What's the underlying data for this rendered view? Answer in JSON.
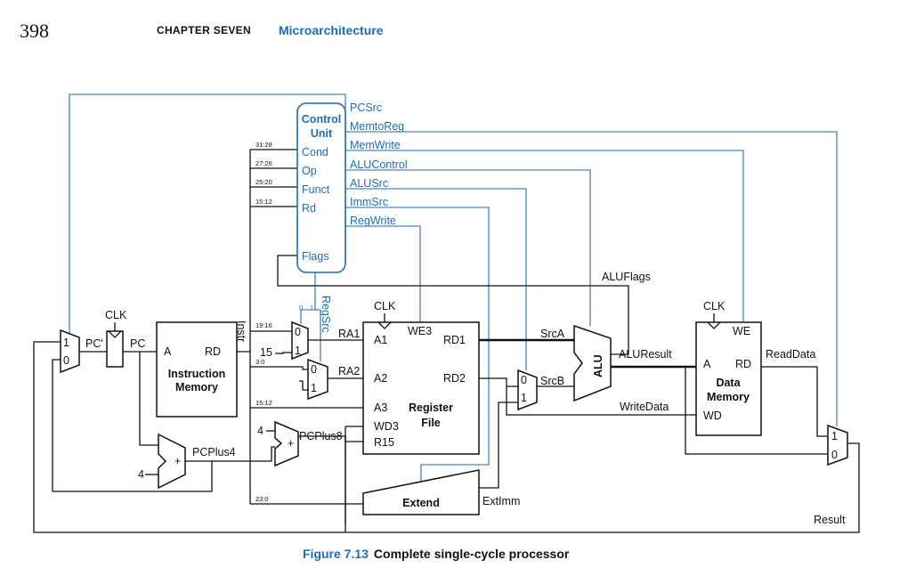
{
  "header": {
    "page_number": "398",
    "chapter": "CHAPTER SEVEN",
    "title": "Microarchitecture"
  },
  "caption": {
    "number": "Figure 7.13",
    "text": "Complete single-cycle processor"
  },
  "control_unit": {
    "title_line1": "Control",
    "title_line2": "Unit",
    "inputs": {
      "cond": "Cond",
      "op": "Op",
      "funct": "Funct",
      "rd": "Rd",
      "flags": "Flags"
    },
    "outputs": {
      "pcsrc": "PCSrc",
      "memtoreg": "MemtoReg",
      "memwrite": "MemWrite",
      "alucontrol": "ALUControl",
      "alusrc": "ALUSrc",
      "immsrc": "ImmSrc",
      "regwrite": "RegWrite"
    }
  },
  "instr_bits": {
    "b31_28": "31:28",
    "b27_26": "27:26",
    "b25_20": "25:20",
    "b15_12": "15:12",
    "b19_16": "19:16",
    "b3_0": "3:0",
    "b15_12b": "15:12",
    "b23_0": "23:0"
  },
  "signals": {
    "clk": "CLK",
    "pc_next": "PC'",
    "pc": "PC",
    "instr": "Instr",
    "pcplus4": "PCPlus4",
    "pcplus8": "PCPlus8",
    "ra1": "RA1",
    "ra2": "RA2",
    "regsrc": "RegSrc",
    "srca": "SrcA",
    "srcb": "SrcB",
    "aluflags": "ALUFlags",
    "aluresult": "ALUResult",
    "writedata": "WriteData",
    "readdata": "ReadData",
    "extimm": "ExtImm",
    "result": "Result",
    "const4": "4",
    "const15": "15"
  },
  "instruction_memory": {
    "port_a": "A",
    "port_rd": "RD",
    "name_line1": "Instruction",
    "name_line2": "Memory"
  },
  "register_file": {
    "a1": "A1",
    "a2": "A2",
    "a3": "A3",
    "wd3": "WD3",
    "r15": "R15",
    "we3": "WE3",
    "rd1": "RD1",
    "rd2": "RD2",
    "name_line1": "Register",
    "name_line2": "File"
  },
  "data_memory": {
    "we": "WE",
    "a": "A",
    "rd": "RD",
    "wd": "WD",
    "name_line1": "Data",
    "name_line2": "Memory"
  },
  "alu": {
    "label": "ALU"
  },
  "extend": {
    "label": "Extend"
  },
  "mux_labels": {
    "one": "1",
    "zero": "0",
    "plus": "+"
  }
}
